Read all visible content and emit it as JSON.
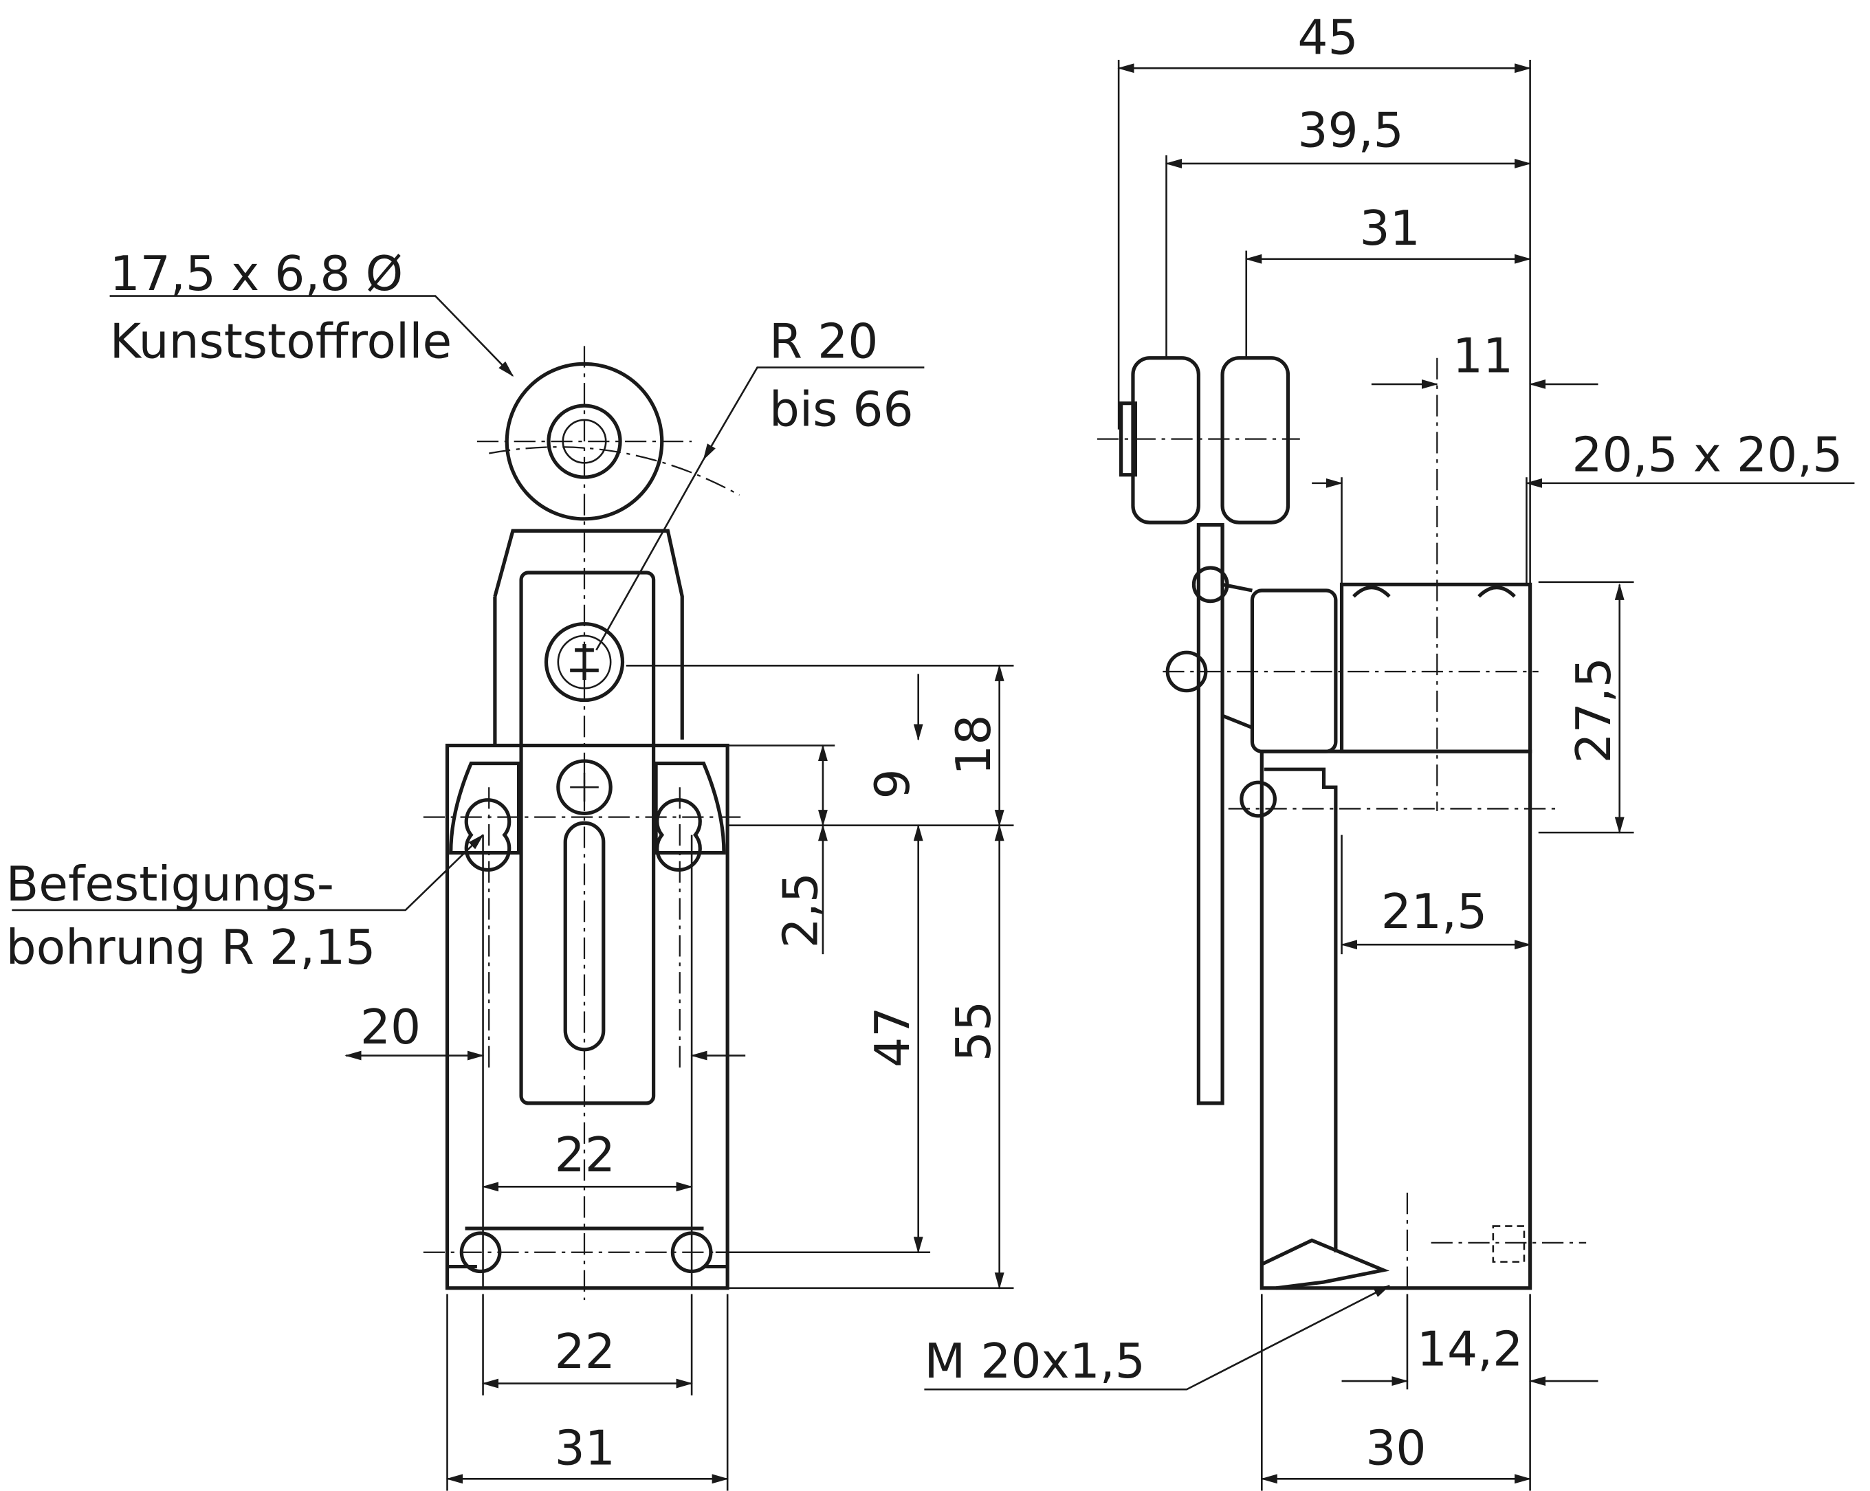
{
  "front_view": {
    "roller_label_1": "17,5 x 6,8 Ø",
    "roller_label_2": "Kunststoffrolle",
    "radius_label_1": "R 20",
    "radius_label_2": "bis 66",
    "hole_label_1": "Befestigungs-",
    "hole_label_2": "bohrung R 2,15",
    "dims": {
      "d20": "20",
      "d22a": "22",
      "d22b": "22",
      "d31": "31",
      "d9": "9",
      "d18": "18",
      "d25": "2,5",
      "d47": "47",
      "d55": "55"
    }
  },
  "side_view": {
    "dims": {
      "d45": "45",
      "d395": "39,5",
      "d31": "31",
      "d11": "11",
      "d205": "20,5 x 20,5",
      "d275": "27,5",
      "d215": "21,5",
      "dm20": "M 20x1,5",
      "d142": "14,2",
      "d30": "30"
    }
  }
}
